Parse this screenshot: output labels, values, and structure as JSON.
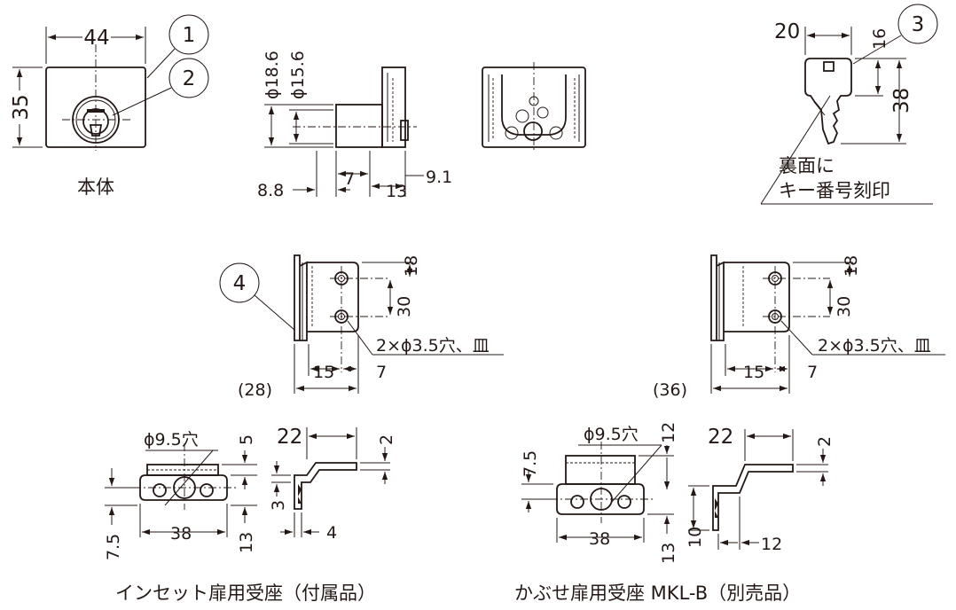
{
  "callouts": [
    "1",
    "2",
    "3",
    "4"
  ],
  "main_body": {
    "caption": "本体",
    "dims": {
      "width": "44",
      "height": "35",
      "phi_outer": "ϕ18.6",
      "phi_inner": "ϕ15.6",
      "d_88": "8.8",
      "d_7": "7",
      "d_13": "13",
      "d_91": "9.1"
    }
  },
  "key": {
    "dims": {
      "w20": "20",
      "h16": "16",
      "h38": "38"
    },
    "note_line1": "裏面に",
    "note_line2": "キー番号刻印"
  },
  "brackets": [
    {
      "d18": "18",
      "d30": "30",
      "holes": "2×ϕ3.5穴、皿",
      "d15": "15",
      "d7": "7",
      "overall": "(28)"
    },
    {
      "d18": "18",
      "d30": "30",
      "holes": "2×ϕ3.5穴、皿",
      "d15": "15",
      "d7": "7",
      "overall": "(36)"
    }
  ],
  "strike_inset": {
    "caption": "インセット扉用受座（付属品）",
    "hole": "ϕ9.5穴",
    "dims": {
      "d5": "5",
      "d75": "7.5",
      "d38": "38",
      "d13": "13",
      "d22": "22",
      "d2": "2",
      "d3": "3",
      "d4": "4"
    }
  },
  "strike_overlay": {
    "caption": "かぶせ扉用受座 MKL-B（別売品）",
    "hole": "ϕ9.5穴",
    "dims": {
      "d12": "12",
      "d75": "7.5",
      "d38": "38",
      "d13": "13",
      "d22": "22",
      "d2": "2",
      "d10": "10",
      "d12b": "12"
    }
  }
}
